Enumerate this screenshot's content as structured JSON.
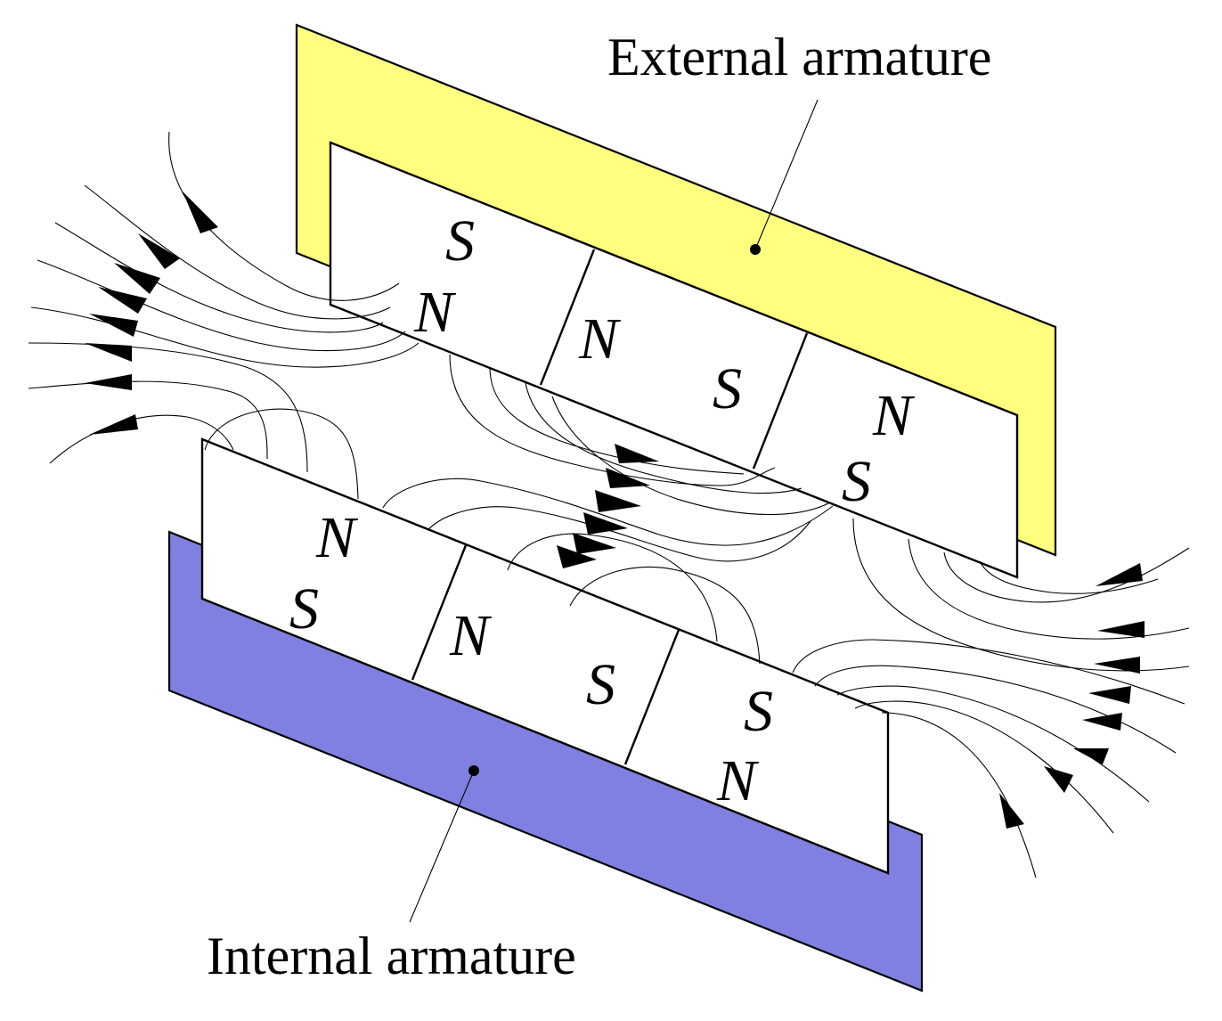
{
  "labels": {
    "external": "External armature",
    "internal": "Internal armature"
  },
  "colors": {
    "external_armature": "#ffff80",
    "internal_armature": "#8080e0"
  },
  "upper_magnet": {
    "segments": [
      {
        "top": "S",
        "bottom": "N"
      },
      {
        "left": "N",
        "right": "S"
      },
      {
        "top": "N",
        "bottom": "S"
      }
    ]
  },
  "lower_magnet": {
    "segments": [
      {
        "top": "N",
        "bottom": "S"
      },
      {
        "left": "N",
        "right": "S"
      },
      {
        "top": "S",
        "bottom": "N"
      }
    ]
  }
}
